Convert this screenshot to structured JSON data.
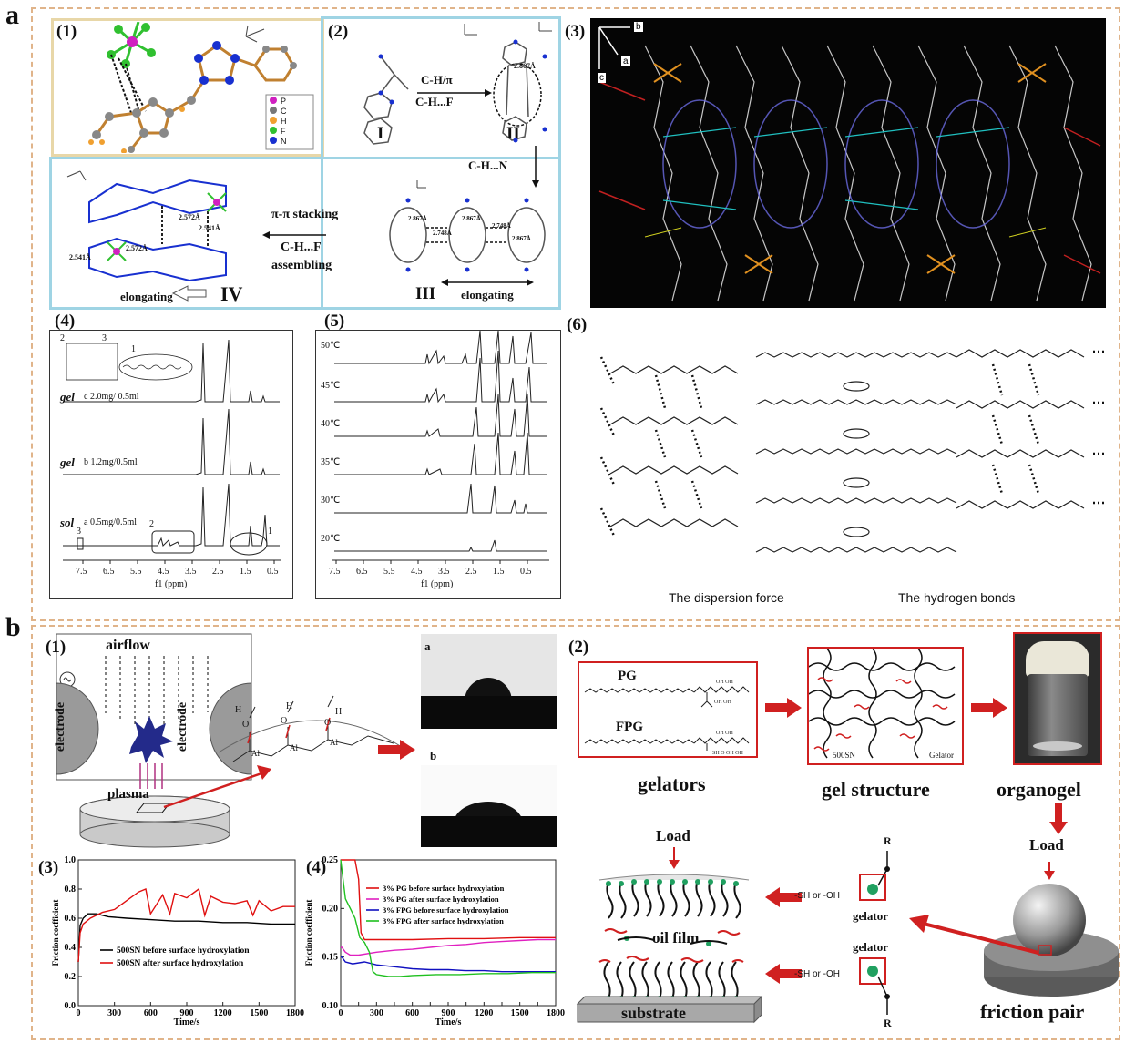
{
  "section_a": {
    "letter": "a",
    "panel1": {
      "number": "(1)",
      "legend": [
        "P",
        "C",
        "H",
        "F",
        "N"
      ],
      "legend_colors": [
        "#d020c0",
        "#777777",
        "#f0a030",
        "#30c030",
        "#1830d0"
      ]
    },
    "panel2": {
      "number": "(2)",
      "roman": [
        "I",
        "II",
        "III",
        "IV"
      ],
      "step1": [
        "C-H/π",
        "C-H...F"
      ],
      "step2": "C-H...N",
      "step3": [
        "π-π stacking",
        "C-H...F",
        "assembling"
      ],
      "elongating": "elongating",
      "distances": [
        "2.867Å",
        "2.867Å",
        "2.748Å",
        "2.867Å",
        "2.748Å",
        "2.867Å",
        "2.572Å",
        "2.541Å",
        "2.541Å",
        "2.572Å"
      ]
    },
    "panel3": {
      "number": "(3)",
      "axes": [
        "b",
        "a",
        "c"
      ]
    },
    "panel4": {
      "number": "(4)",
      "traces": [
        {
          "state": "gel",
          "label": "c 2.0mg/ 0.5ml"
        },
        {
          "state": "gel",
          "label": "b 1.2mg/0.5ml"
        },
        {
          "state": "sol",
          "label": "a 0.5mg/0.5ml"
        }
      ],
      "peak_labels": [
        "3",
        "2",
        "1"
      ],
      "ticks": [
        "7.5",
        "6.5",
        "5.5",
        "4.5",
        "3.5",
        "2.5",
        "1.5",
        "0.5"
      ],
      "xlabel": "f1 (ppm)"
    },
    "panel5": {
      "number": "(5)",
      "temps": [
        "50℃",
        "45℃",
        "40℃",
        "35℃",
        "30℃",
        "20℃"
      ],
      "ticks": [
        "7.5",
        "6.5",
        "5.5",
        "4.5",
        "3.5",
        "2.5",
        "1.5",
        "0.5"
      ],
      "xlabel": "f1 (ppm)"
    },
    "panel6": {
      "number": "(6)",
      "legend_dispersion": "The  dispersion force",
      "legend_hbond": "The hydrogen bonds"
    }
  },
  "section_b": {
    "letter": "b",
    "panel1": {
      "number": "(1)",
      "airflow": "airflow",
      "electrode": "electrode",
      "plasma": "plasma",
      "photo_a": "a",
      "photo_b": "b",
      "groups": [
        "H",
        "O",
        "H",
        "O",
        "H",
        "O",
        "Al",
        "Al",
        "Al"
      ]
    },
    "panel2": {
      "number": "(2)",
      "pg": "PG",
      "fpg": "FPG",
      "gelators": "gelators",
      "gel_structure": "gel structure",
      "organogel": "organogel",
      "legend_500sn": "500SN",
      "legend_gelator": "Gelator",
      "load": "Load",
      "load2": "Load",
      "oil_film": "oil film",
      "substrate": "substrate",
      "friction_pair": "friction  pair",
      "sh_oh": "-SH or -OH",
      "sh_oh2": "-SH or -OH",
      "gelator1": "gelator",
      "gelator2": "gelator",
      "r1": "R",
      "r2": "R"
    },
    "panel3": {
      "number": "(3)"
    },
    "panel4": {
      "number": "(4)"
    }
  },
  "chart_data": [
    {
      "type": "line",
      "panel": "b(3)",
      "xlabel": "Time/s",
      "ylabel": "Friction coefficient",
      "xlim": [
        0,
        1800
      ],
      "ylim": [
        0.0,
        1.0
      ],
      "xticks": [
        0,
        300,
        600,
        900,
        1200,
        1500,
        1800
      ],
      "yticks": [
        0.0,
        0.2,
        0.4,
        0.6,
        0.8,
        1.0
      ],
      "legend_position": "bottom-right",
      "series": [
        {
          "name": "500SN before surface hydroxylation",
          "color": "#000000",
          "x": [
            0,
            15,
            40,
            80,
            150,
            250,
            400,
            600,
            800,
            1000,
            1200,
            1400,
            1600,
            1800
          ],
          "y": [
            0.3,
            0.55,
            0.6,
            0.63,
            0.63,
            0.61,
            0.6,
            0.59,
            0.58,
            0.58,
            0.57,
            0.57,
            0.56,
            0.56
          ]
        },
        {
          "name": "500SN  after   surface hydroxylation",
          "color": "#e01010",
          "x": [
            0,
            15,
            40,
            100,
            200,
            300,
            400,
            500,
            560,
            600,
            700,
            760,
            800,
            900,
            1000,
            1050,
            1100,
            1200,
            1300,
            1400,
            1450,
            1500,
            1600,
            1700,
            1800
          ],
          "y": [
            0.3,
            0.5,
            0.56,
            0.6,
            0.64,
            0.66,
            0.72,
            0.78,
            0.8,
            0.63,
            0.76,
            0.63,
            0.77,
            0.74,
            0.8,
            0.62,
            0.75,
            0.71,
            0.7,
            0.72,
            0.62,
            0.72,
            0.65,
            0.68,
            0.68
          ]
        }
      ]
    },
    {
      "type": "line",
      "panel": "b(4)",
      "xlabel": "Time/s",
      "ylabel": "Friction coefficient",
      "xlim": [
        0,
        1800
      ],
      "ylim": [
        0.1,
        0.25
      ],
      "xticks": [
        0,
        150,
        300,
        450,
        600,
        750,
        900,
        1050,
        1200,
        1350,
        1500,
        1650,
        1800
      ],
      "xticklabels": [
        "0",
        "300",
        "600",
        "900",
        "1200",
        "1500",
        "1800"
      ],
      "yticks": [
        0.1,
        0.15,
        0.2,
        0.25
      ],
      "legend_position": "top-right",
      "series": [
        {
          "name": "3% PG   before surface hydroxylation",
          "color": "#e01010",
          "x": [
            0,
            80,
            120,
            150,
            170,
            200,
            240,
            300,
            600,
            900,
            1200,
            1500,
            1800
          ],
          "y": [
            0.25,
            0.25,
            0.25,
            0.23,
            0.175,
            0.168,
            0.168,
            0.168,
            0.168,
            0.169,
            0.169,
            0.17,
            0.17
          ]
        },
        {
          "name": "3% PG   after surface hydroxylation",
          "color": "#e020c0",
          "x": [
            0,
            10,
            40,
            80,
            150,
            300,
            450,
            600,
            750,
            900,
            1050,
            1200,
            1350,
            1500,
            1650,
            1800
          ],
          "y": [
            0.16,
            0.16,
            0.155,
            0.152,
            0.152,
            0.155,
            0.157,
            0.158,
            0.16,
            0.162,
            0.163,
            0.165,
            0.166,
            0.167,
            0.168,
            0.168
          ]
        },
        {
          "name": "3% FPG before surface hydroxylation",
          "color": "#1010c0",
          "x": [
            0,
            10,
            40,
            100,
            200,
            300,
            450,
            600,
            750,
            900,
            1050,
            1200,
            1350,
            1500,
            1650,
            1800
          ],
          "y": [
            0.15,
            0.15,
            0.145,
            0.143,
            0.145,
            0.142,
            0.14,
            0.138,
            0.137,
            0.137,
            0.136,
            0.136,
            0.135,
            0.135,
            0.135,
            0.135
          ]
        },
        {
          "name": "3% FPG after surface hydroxylation",
          "color": "#20c020",
          "x": [
            0,
            20,
            40,
            80,
            120,
            160,
            200,
            240,
            270,
            300,
            400,
            500,
            600,
            800,
            1000,
            1200,
            1400,
            1600,
            1800
          ],
          "y": [
            0.25,
            0.23,
            0.21,
            0.2,
            0.19,
            0.17,
            0.165,
            0.155,
            0.135,
            0.132,
            0.13,
            0.13,
            0.131,
            0.132,
            0.132,
            0.133,
            0.133,
            0.134,
            0.134
          ]
        }
      ]
    }
  ]
}
